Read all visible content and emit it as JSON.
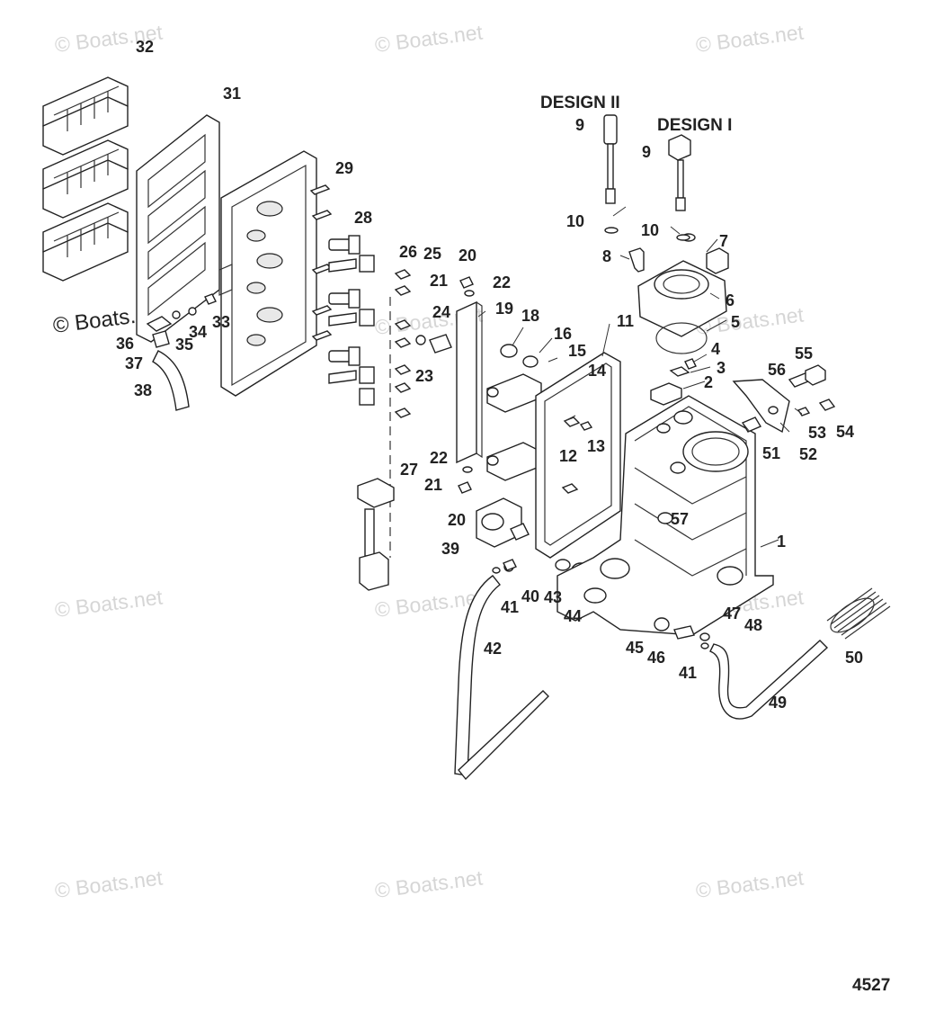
{
  "watermarks": [
    {
      "text": "© Boats.net",
      "dark": false
    },
    {
      "text": "© Boats.net",
      "dark": false
    },
    {
      "text": "© Boats.net",
      "dark": false
    },
    {
      "text": "© Boats.net",
      "dark": true
    },
    {
      "text": "© Boats.net",
      "dark": false
    },
    {
      "text": "© Boats.net",
      "dark": false
    },
    {
      "text": "© Boats.net",
      "dark": false
    },
    {
      "text": "© Boats.net",
      "dark": false
    },
    {
      "text": "© Boats.net",
      "dark": false
    },
    {
      "text": "© Boats.net",
      "dark": false
    },
    {
      "text": "© Boats.net",
      "dark": false
    },
    {
      "text": "© Boats.net",
      "dark": false
    }
  ],
  "design_labels": {
    "design_2": "DESIGN II",
    "design_1": "DESIGN I"
  },
  "callouts": [
    "32",
    "31",
    "29",
    "28",
    "26",
    "25",
    "20",
    "21",
    "22",
    "19",
    "24",
    "18",
    "16",
    "15",
    "14",
    "23",
    "11",
    "12",
    "13",
    "22",
    "21",
    "20",
    "39",
    "27",
    "33",
    "34",
    "35",
    "36",
    "37",
    "38",
    "9",
    "10",
    "8",
    "9",
    "10",
    "7",
    "6",
    "5",
    "4",
    "3",
    "2",
    "55",
    "56",
    "53",
    "54",
    "52",
    "51",
    "57",
    "1",
    "40",
    "41",
    "43",
    "44",
    "42",
    "45",
    "46",
    "41",
    "47",
    "48",
    "49",
    "50"
  ],
  "figure_number": "4527"
}
